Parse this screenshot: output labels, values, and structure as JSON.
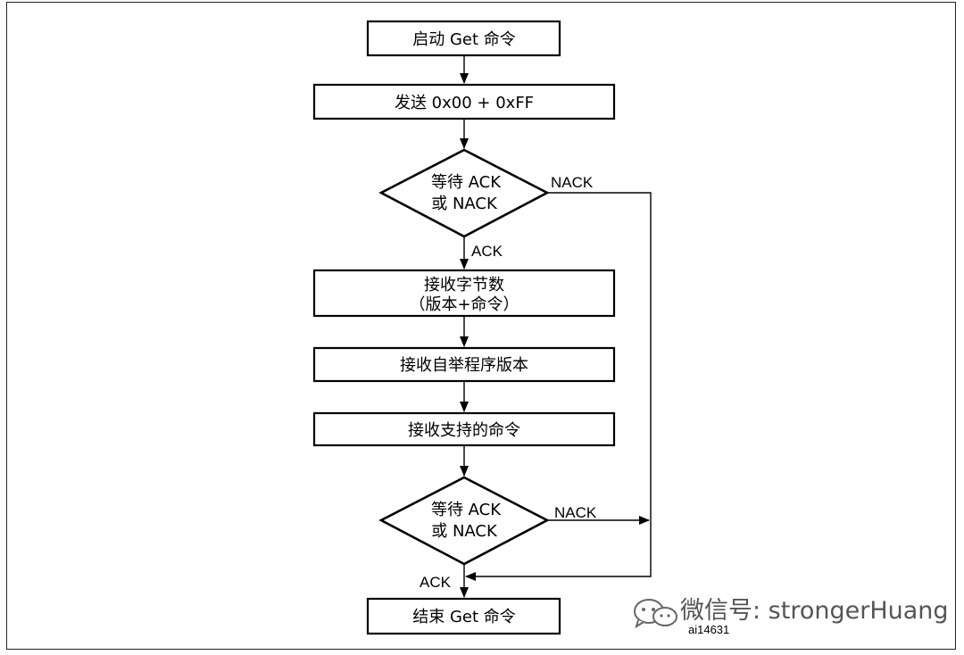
{
  "header_clip": "",
  "steps": {
    "start": "启动 Get 命令",
    "send": "发送 0x00 + 0xFF",
    "wait1_line1": "等待 ACK",
    "wait1_line2": "或 NACK",
    "recv_count_line1": "接收字节数",
    "recv_count_line2": "（版本+命令）",
    "recv_version": "接收自举程序版本",
    "recv_cmds": "接收支持的命令",
    "wait2_line1": "等待 ACK",
    "wait2_line2": "或 NACK",
    "end": "结束 Get 命令"
  },
  "edge_labels": {
    "nack1": "NACK",
    "ack1": "ACK",
    "nack2": "NACK",
    "ack2": "ACK"
  },
  "watermark": {
    "icon": "wechat-icon",
    "text": "微信号: strongerHuang"
  },
  "figure_id": "ai14631"
}
